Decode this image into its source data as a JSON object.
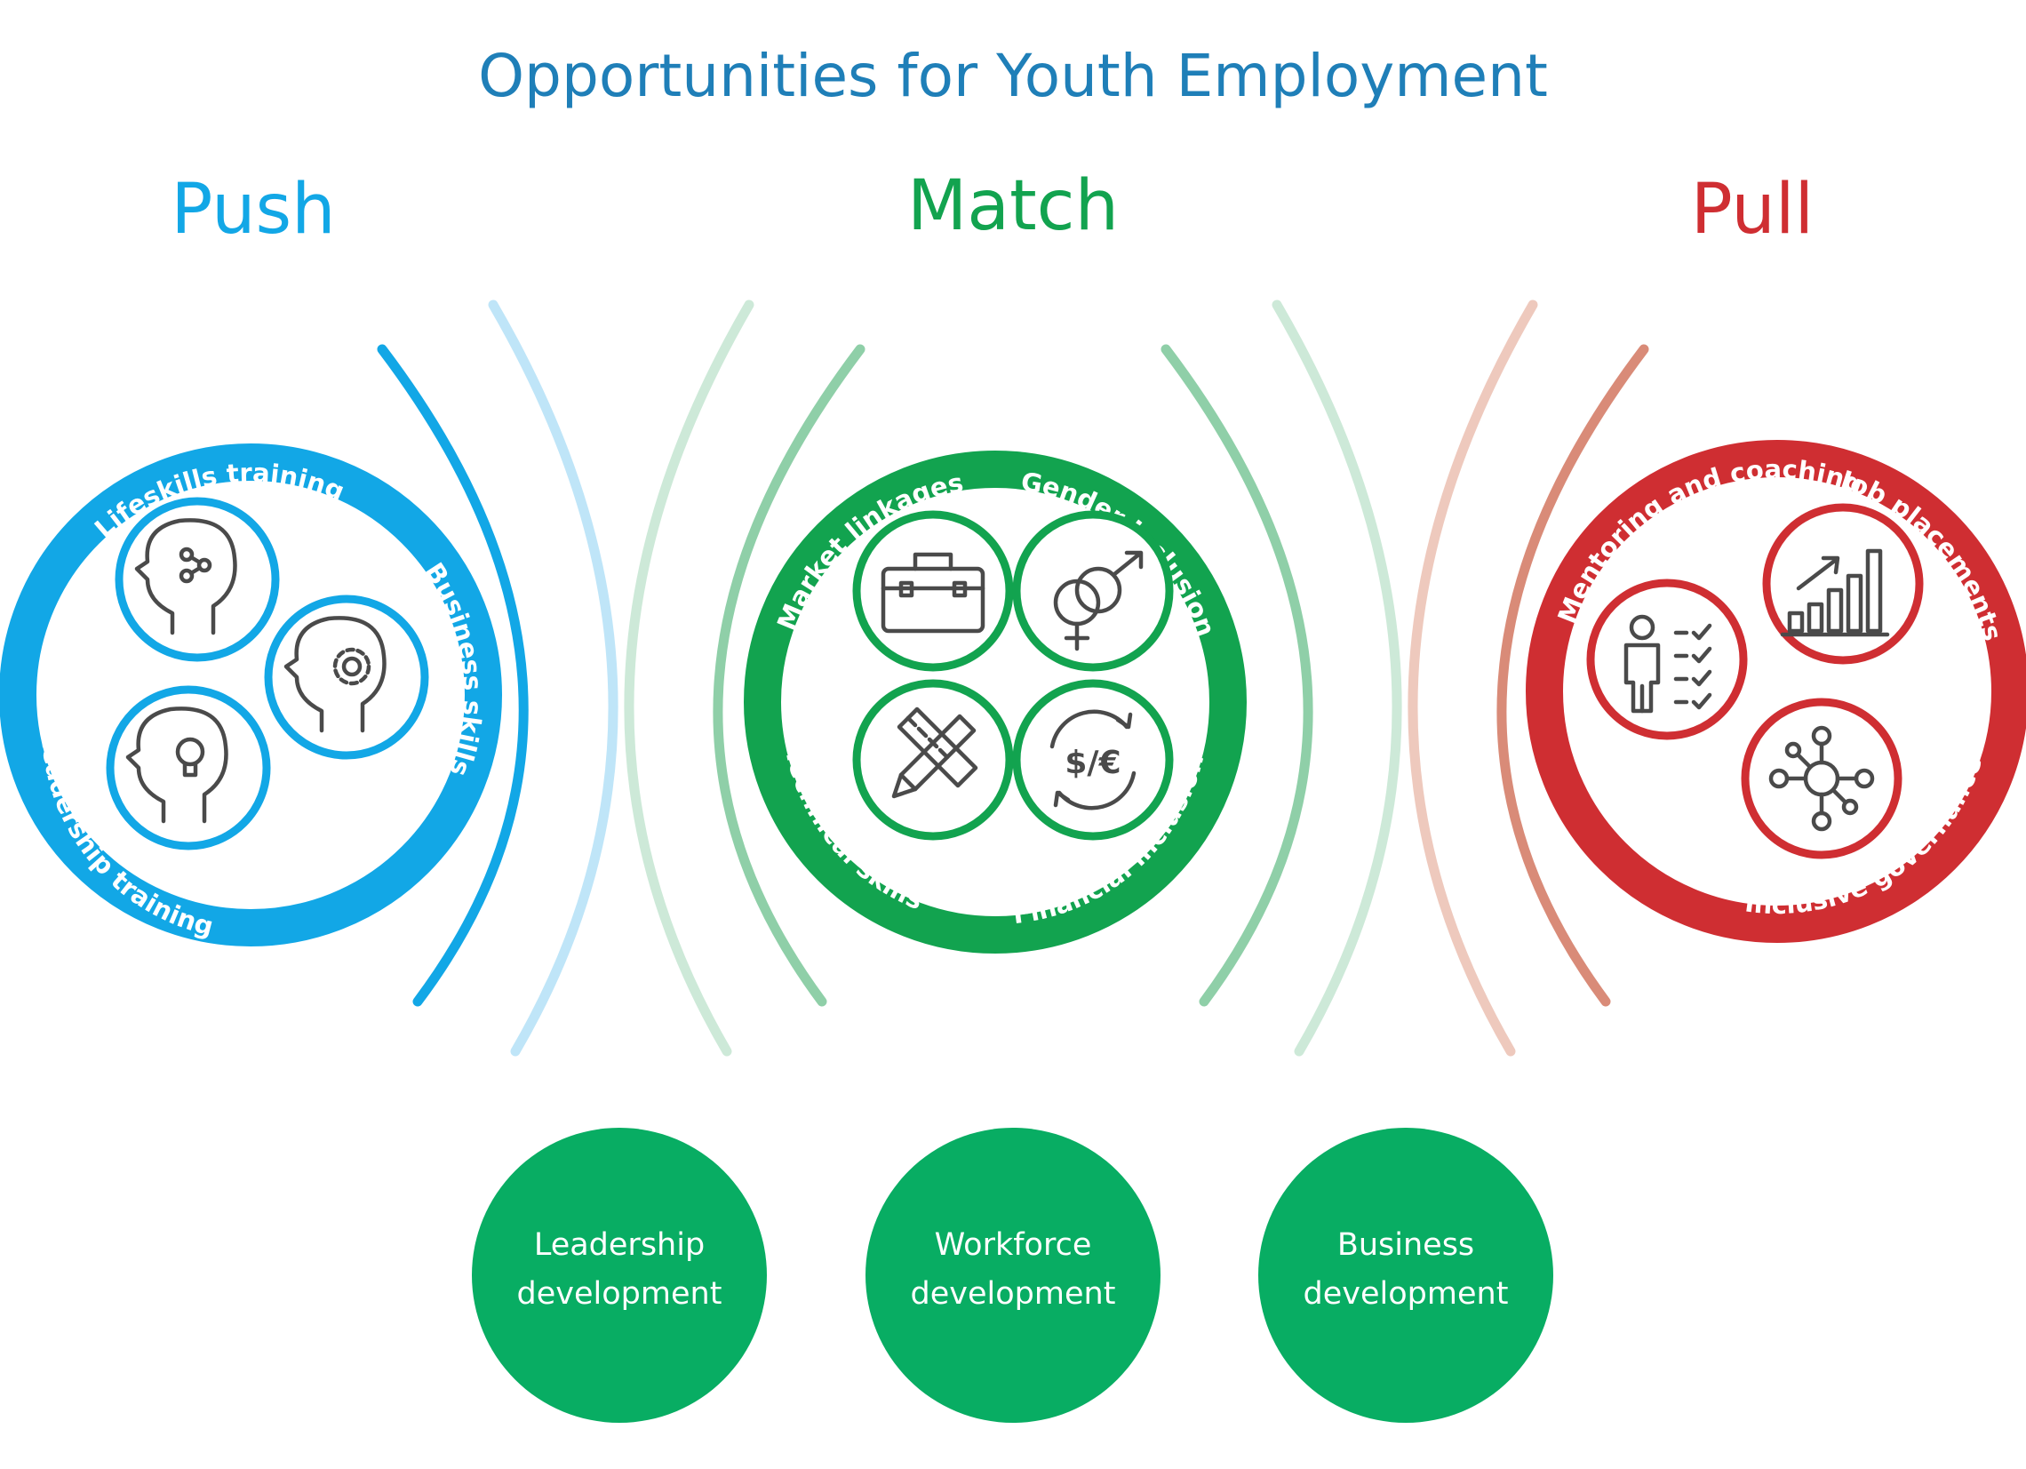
{
  "title": "Opportunities for Youth Employment",
  "colors": {
    "title": "#1f7fb8",
    "push": "#12a7e6",
    "push_light": "#bfe5f8",
    "match": "#12a34f",
    "match_mid": "#8fcfa8",
    "match_light": "#cde9d8",
    "pull": "#cf2e32",
    "pull_mid": "#d98b78",
    "pull_light": "#eec9bd",
    "bottom": "#08ad63",
    "icon": "#4a4a4a"
  },
  "columns": {
    "push": {
      "heading": "Push",
      "ring_labels": {
        "lifeskills": "Lifeskills training",
        "business": "Business skills",
        "leadership": "Leadership training"
      },
      "icons": [
        "head-share-icon",
        "head-gear-icon",
        "head-lightbulb-icon"
      ]
    },
    "match": {
      "heading": "Match",
      "ring_labels": {
        "market": "Market linkages",
        "gender": "Gender Inclusion",
        "technical": "Technical skills",
        "financial": "Financial inclusion"
      },
      "icons": [
        "toolbox-icon",
        "gender-icon",
        "pencil-ruler-icon",
        "currency-exchange-icon"
      ],
      "currency_glyph": "$/€"
    },
    "pull": {
      "heading": "Pull",
      "ring_labels": {
        "mentoring": "Mentoring and coaching",
        "job": "Job placements",
        "governance": "Inclusive governance"
      },
      "icons": [
        "person-checklist-icon",
        "bar-chart-growth-icon",
        "network-icon"
      ]
    }
  },
  "bottom_circles": [
    {
      "line1": "Leadership",
      "line2": "development"
    },
    {
      "line1": "Workforce",
      "line2": "development"
    },
    {
      "line1": "Business",
      "line2": "development"
    }
  ]
}
